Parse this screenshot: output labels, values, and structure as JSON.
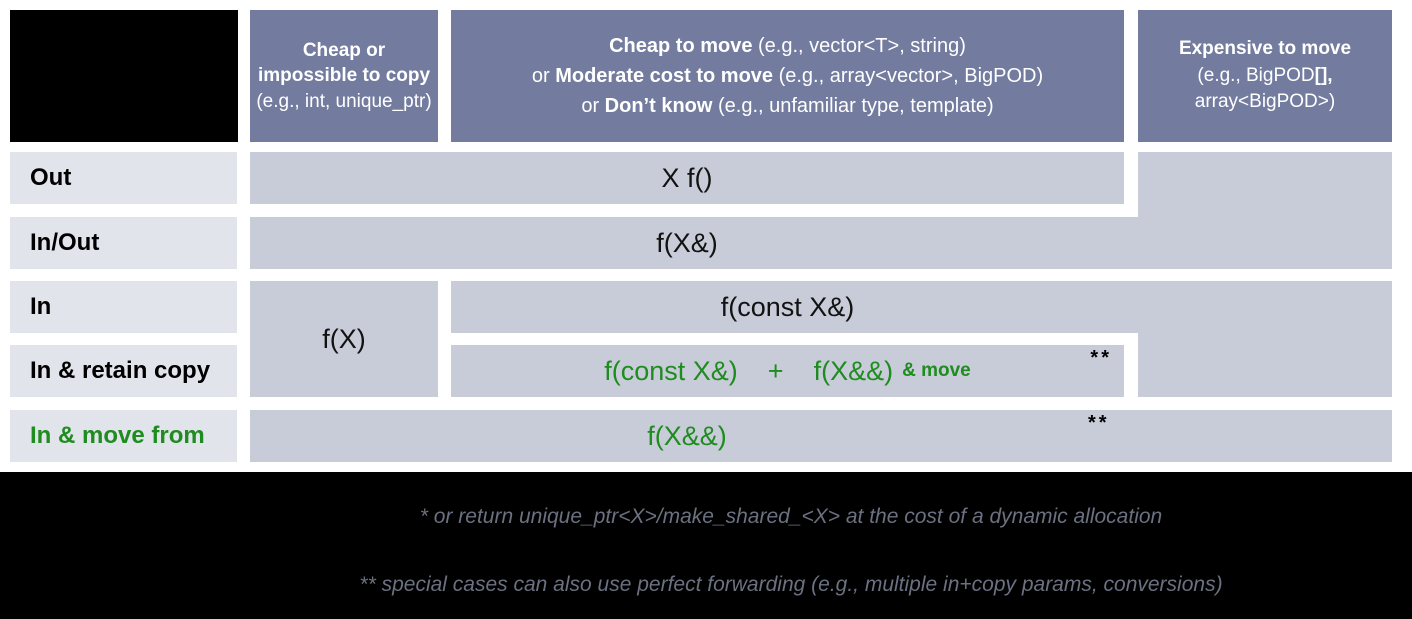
{
  "colors": {
    "header_bg": "#737c9f",
    "cell_bg": "#c8ccd8",
    "row_label_bg": "#e2e4ec",
    "accent_green": "#1e8c1e",
    "footnote_text": "#6b7180",
    "footer_bg": "#000000",
    "header_text": "#ffffff"
  },
  "headers": {
    "col1_bold": "Cheap or impossible to copy",
    "col1_rest": " (e.g., int, unique_ptr)",
    "col2_l1_bold": "Cheap to move",
    "col2_l1_rest": " (e.g., vector<T>, string)",
    "col2_l2_pre": "or ",
    "col2_l2_bold": "Moderate cost to move",
    "col2_l2_rest": " (e.g., array<vector>, BigPOD)",
    "col2_l3_pre": "or ",
    "col2_l3_bold": "Don’t know",
    "col2_l3_rest": " (e.g., unfamiliar type, template)",
    "col3_l1": "Expensive to move",
    "col3_l2_pre": "(e.g., BigPOD",
    "col3_l2_bold": "[],",
    "col3_l3": "array<BigPOD>)"
  },
  "rows": [
    {
      "label": "Out"
    },
    {
      "label": "In/Out"
    },
    {
      "label": "In"
    },
    {
      "label": "In & retain copy"
    },
    {
      "label": "In & move from"
    }
  ],
  "cells": {
    "out": "X f()",
    "inout": "f(X&)",
    "in_by_value": "f(X)",
    "in_const_ref": "f(const X&)",
    "retain_part1": "f(const X&)",
    "retain_plus": "+",
    "retain_part2": "f(X&&)",
    "retain_suffix": "& move",
    "retain_stars": "**",
    "movefrom_code": "f(X&&)",
    "movefrom_stars": "**"
  },
  "footnotes": [
    "* or return unique_ptr<X>/make_shared_<X> at the cost of a dynamic allocation",
    "** special cases can also use perfect forwarding (e.g., multiple in+copy params, conversions)"
  ]
}
